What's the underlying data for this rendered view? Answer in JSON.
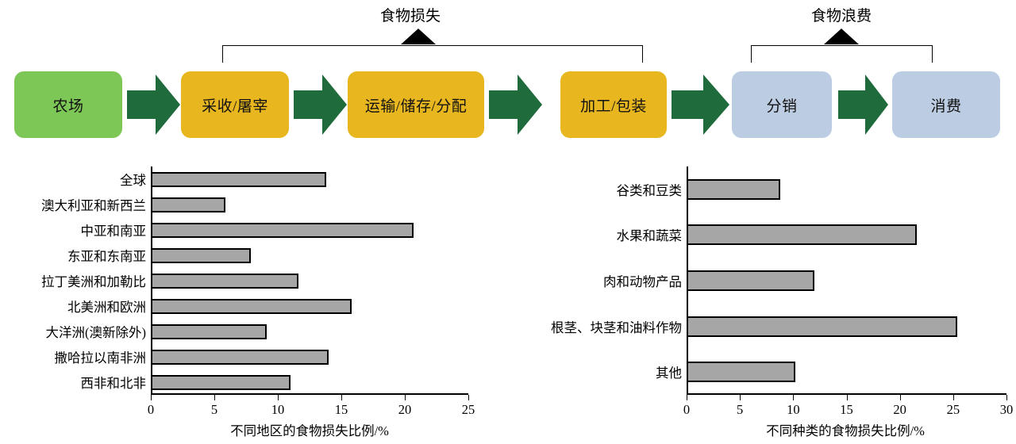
{
  "flow": {
    "boxes": [
      {
        "label": "农场",
        "type": "farm",
        "color": "#7DC756"
      },
      {
        "label": "采收/屠宰",
        "type": "harvest",
        "color": "#E8B720"
      },
      {
        "label": "运输/储存/分配",
        "type": "transport",
        "color": "#E8B720"
      },
      {
        "label": "加工/包装",
        "type": "processing",
        "color": "#E8B720"
      },
      {
        "label": "分销",
        "type": "distribution",
        "color": "#BCCDE3"
      },
      {
        "label": "消费",
        "type": "consumption",
        "color": "#BCCDE3"
      }
    ],
    "arrow_color": "#1F6B3B",
    "brackets": [
      {
        "label": "食物损失",
        "name": "food-loss"
      },
      {
        "label": "食物浪费",
        "name": "food-waste"
      }
    ]
  },
  "chart_data": [
    {
      "type": "bar",
      "orientation": "horizontal",
      "name": "food-loss-by-region",
      "title": "",
      "xlabel": "不同地区的食物损失比例/%",
      "ylabel": "",
      "xlim": [
        0,
        25
      ],
      "xticks": [
        0,
        5,
        10,
        15,
        20,
        25
      ],
      "grid": false,
      "legend": "none",
      "bar_color": "#A6A6A6",
      "categories": [
        "全球",
        "澳大利亚和新西兰",
        "中亚和南亚",
        "东亚和东南亚",
        "拉丁美洲和加勒比",
        "北美洲和欧洲",
        "大洋洲(澳新除外)",
        "撒哈拉以南非洲",
        "西非和北非"
      ],
      "values": [
        13.8,
        5.9,
        20.7,
        7.9,
        11.6,
        15.8,
        9.1,
        14.0,
        11.0
      ]
    },
    {
      "type": "bar",
      "orientation": "horizontal",
      "name": "food-loss-by-commodity",
      "title": "",
      "xlabel": "不同种类的食物损失比例/%",
      "ylabel": "",
      "xlim": [
        0,
        30
      ],
      "xticks": [
        0,
        5,
        10,
        15,
        20,
        25,
        30
      ],
      "grid": false,
      "legend": "none",
      "bar_color": "#A6A6A6",
      "categories": [
        "谷类和豆类",
        "水果和蔬菜",
        "肉和动物产品",
        "根茎、块茎和油料作物",
        "其他"
      ],
      "values": [
        8.8,
        21.6,
        12.0,
        25.4,
        10.2
      ]
    }
  ]
}
